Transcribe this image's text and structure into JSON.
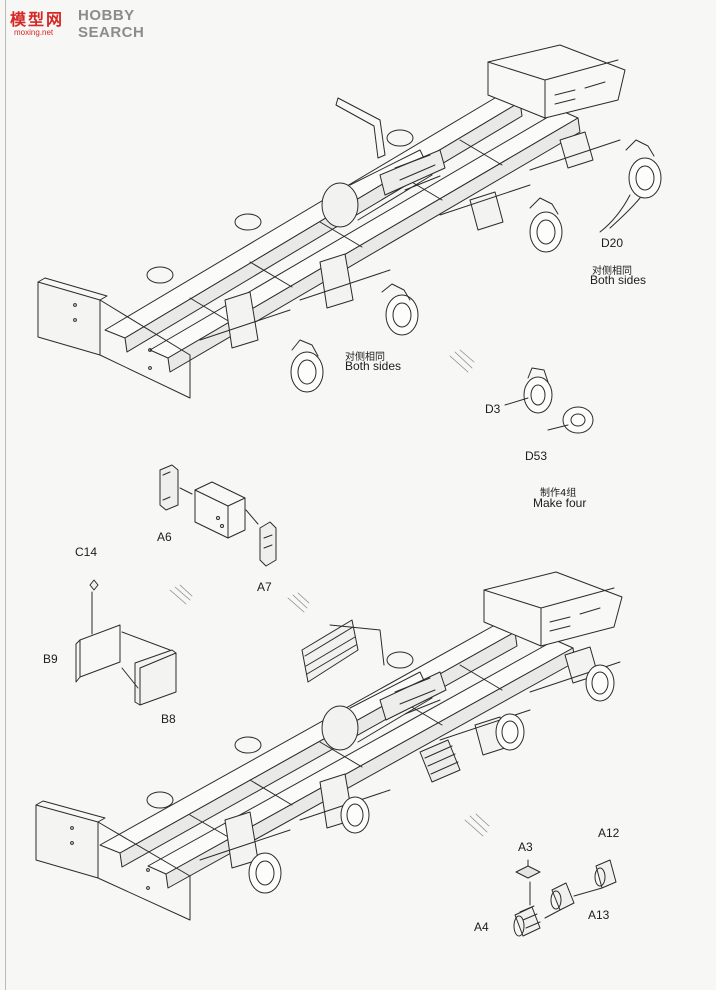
{
  "watermark": {
    "cn": "模型网",
    "en": "HOBBY SEARCH",
    "sub": "moxing.net"
  },
  "parts": {
    "d20": "D20",
    "d3": "D3",
    "d53": "D53",
    "a6": "A6",
    "a7": "A7",
    "c14": "C14",
    "b9": "B9",
    "b8": "B8",
    "a3": "A3",
    "a4": "A4",
    "a12": "A12",
    "a13": "A13"
  },
  "notes": {
    "both_sides_cn_1": "对侧相同",
    "both_sides_en_1": "Both sides",
    "both_sides_cn_2": "对侧相同",
    "both_sides_en_2": "Both sides",
    "make_four_cn": "制作4组",
    "make_four_en": "Make four"
  }
}
